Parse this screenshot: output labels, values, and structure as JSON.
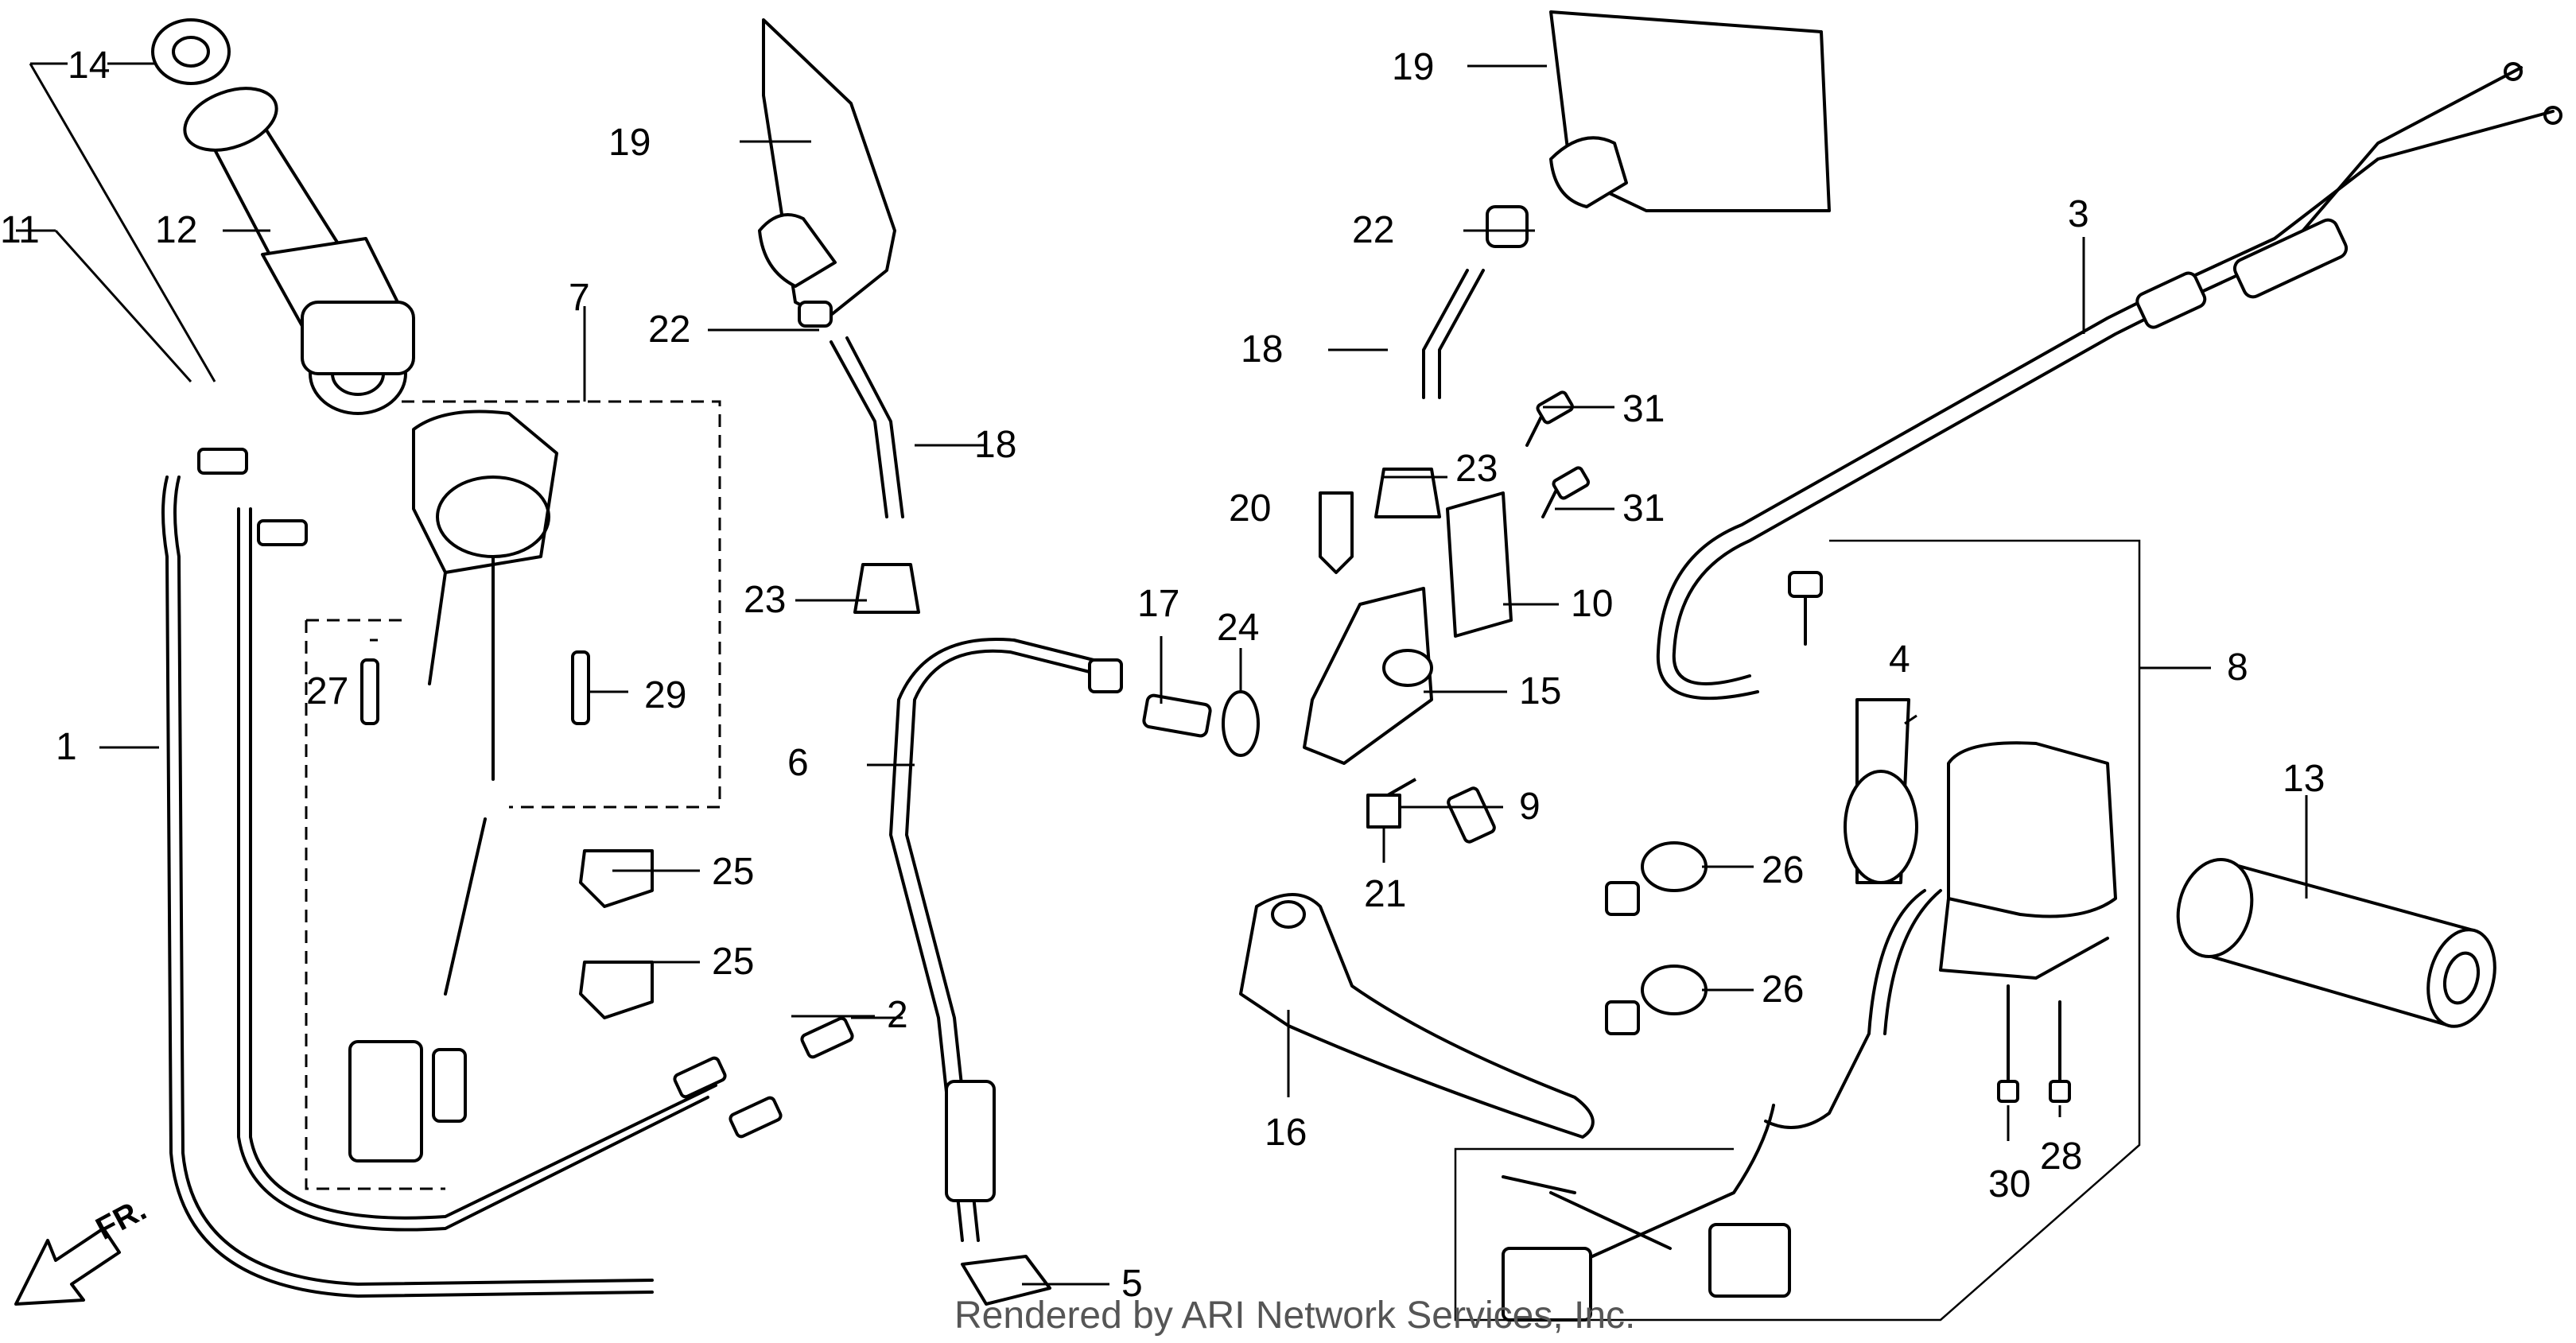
{
  "diagram": {
    "callouts": [
      "1",
      "2",
      "3",
      "4",
      "5",
      "6",
      "7",
      "8",
      "9",
      "10",
      "11",
      "12",
      "13",
      "14",
      "15",
      "16",
      "17",
      "18",
      "19",
      "20",
      "21",
      "22",
      "23",
      "24",
      "25",
      "26",
      "27",
      "28",
      "29",
      "30",
      "31"
    ],
    "direction_label": "FR.",
    "footer": "Rendered by ARI Network Services, Inc."
  }
}
